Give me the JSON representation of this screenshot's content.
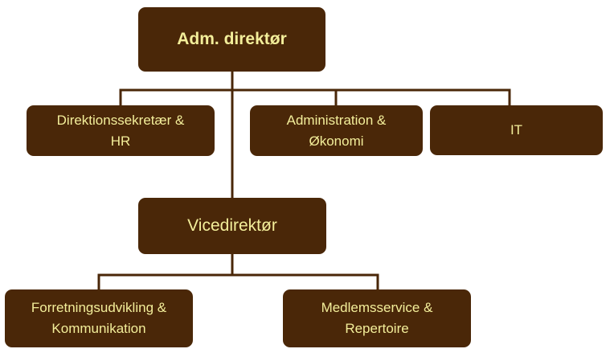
{
  "colors": {
    "box_fill": "#4a2708",
    "text": "#f3ee9a",
    "connector": "#4a2708"
  },
  "nodes": {
    "ceo": "Adm. direktør",
    "direktionssekretaer": "Direktionssekretær  &\nHR",
    "administration": "Administration &\nØkonomi",
    "it": "IT",
    "vicedirektor": "Vicedirektør",
    "forretningsudvikling": "Forretningsudvikling  &\nKommunikation",
    "medlemsservice": "Medlemsservice  &\nRepertoire"
  }
}
